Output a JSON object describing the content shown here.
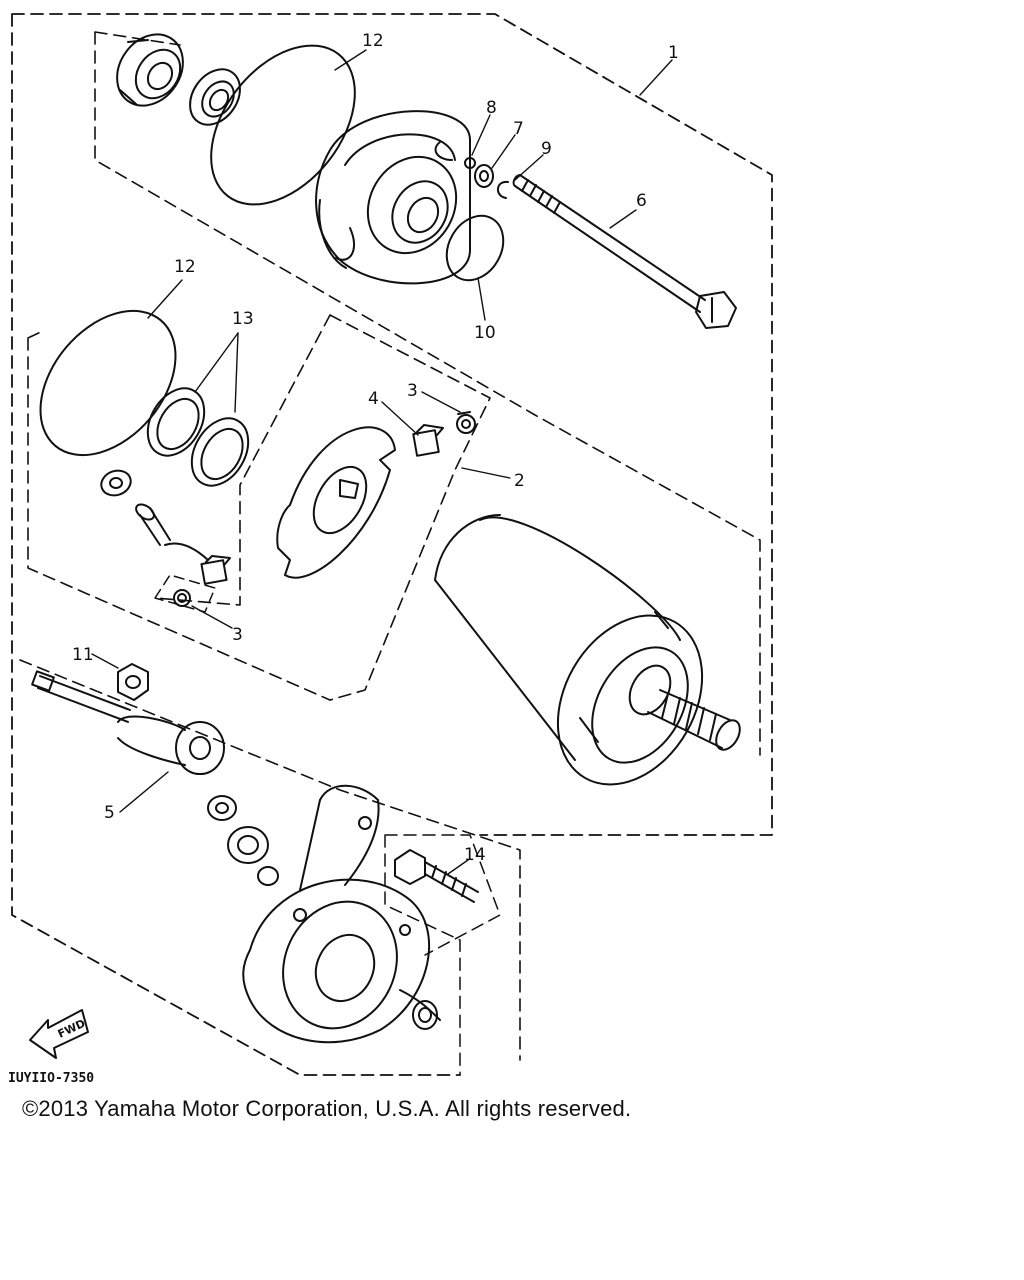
{
  "diagram": {
    "drawing_code": "IUYIIO-7350",
    "fwd_label": "FWD",
    "callouts": [
      "1",
      "2",
      "3",
      "3",
      "4",
      "5",
      "6",
      "7",
      "8",
      "9",
      "10",
      "11",
      "12",
      "12",
      "13",
      "14"
    ]
  },
  "footer": {
    "copyright": "©2013 Yamaha Motor Corporation, U.S.A. All rights reserved."
  }
}
